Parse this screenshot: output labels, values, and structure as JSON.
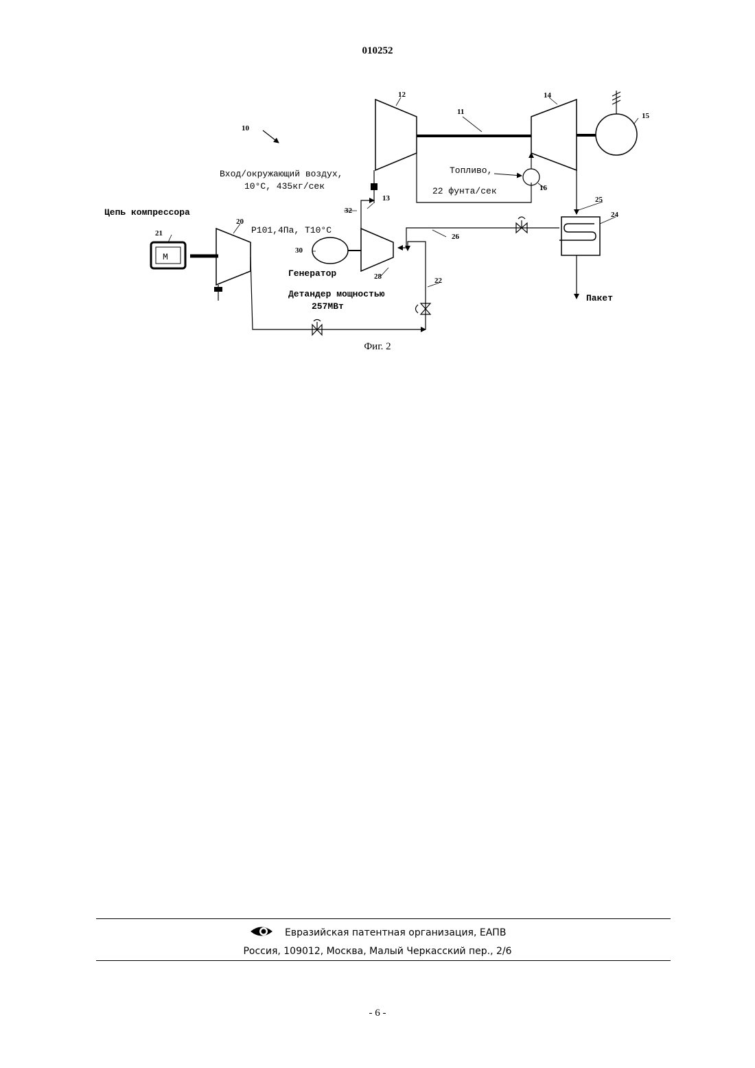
{
  "header": {
    "patent_number": "010252"
  },
  "figure": {
    "labels": {
      "system_ref": "10",
      "shaft": "11",
      "compressor": "12",
      "inlet": "13",
      "turbine": "14",
      "load": "15",
      "combustor": "16",
      "compressor_circuit_compressor": "20",
      "motor": "21",
      "line_22": "22",
      "hrsg": "24",
      "line_25": "25",
      "line_26": "26",
      "expander": "28",
      "generator": "30",
      "line_32": "32"
    },
    "text": {
      "inlet_air": "Вход/окружающий воздух,",
      "inlet_air_params": "10°C, 435кг/сек",
      "fuel": "Топливо,",
      "fuel_rate": "22 фунта/сек",
      "compressor_circuit": "Цепь компрессора",
      "pressure_temp": "P101,4Па, T10°C",
      "generator_label": "Генератор",
      "expander_label": "Детандер мощностью",
      "expander_power": "257МВт",
      "packet": "Пакет",
      "motor_letter": "М"
    },
    "caption": "Фиг. 2"
  },
  "footer": {
    "organization": "Евразийская патентная организация, ЕАПВ",
    "address": "Россия, 109012, Москва, Малый Черкасский пер., 2/6",
    "page_number": "- 6 -"
  }
}
